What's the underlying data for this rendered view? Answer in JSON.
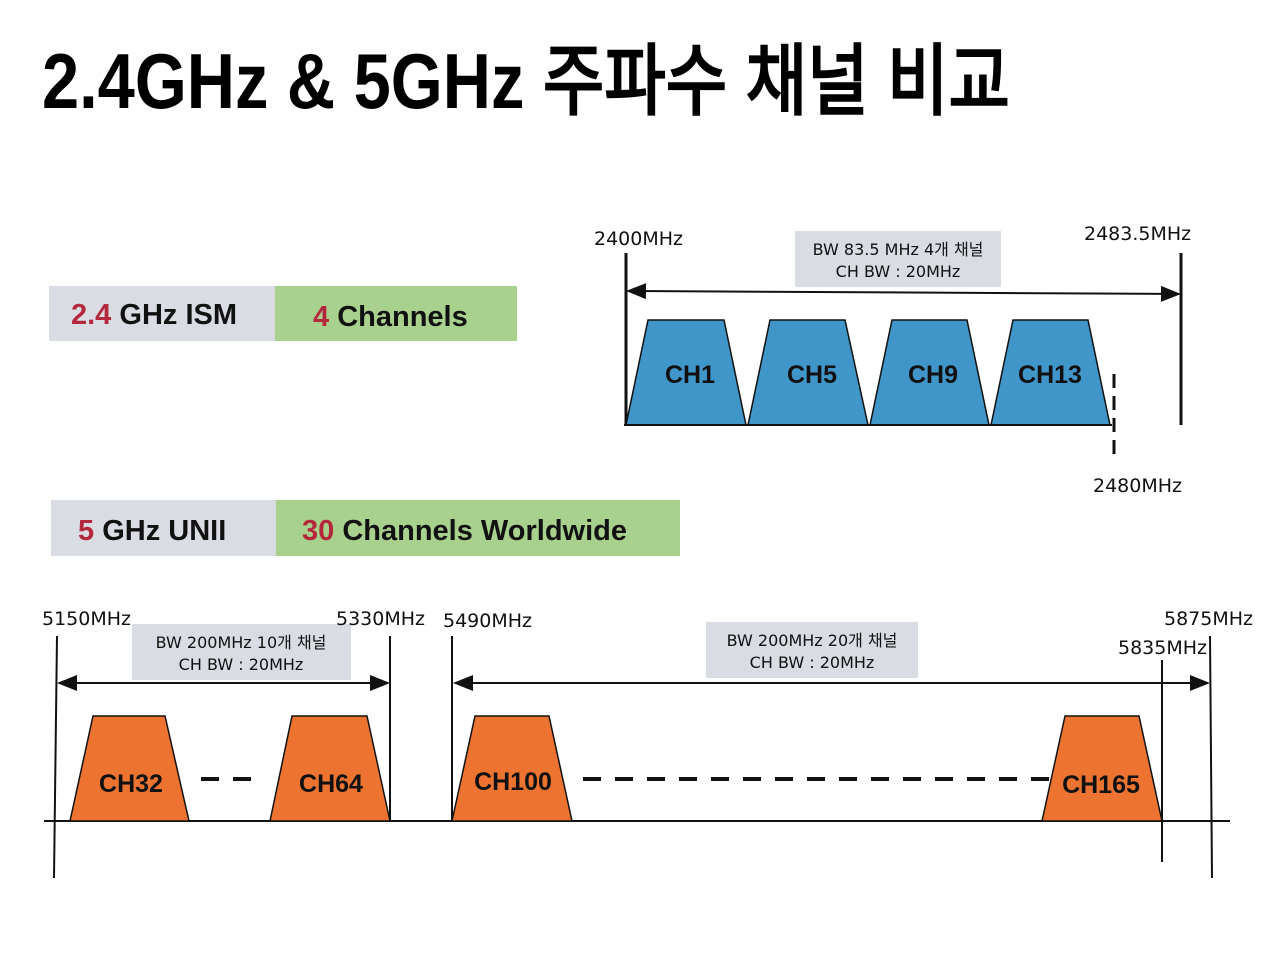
{
  "title": "2.4GHz & 5GHz 주파수 채널 비교",
  "colors": {
    "band24": "#4196c9",
    "band5": "#ec7430",
    "gray_box": "#d9dce3",
    "green_box": "#a9d18e",
    "accent_red": "#b3283c"
  },
  "band24": {
    "name_num": "2.4",
    "name_rest": " GHz ISM",
    "count_num": "4",
    "count_rest": " Channels",
    "start": "2400MHz",
    "end": "2483.5MHz",
    "last": "2480MHz",
    "note_line1": "BW 83.5 MHz 4개 채널",
    "note_line2": "CH BW : 20MHz",
    "channels": [
      "CH1",
      "CH5",
      "CH9",
      "CH13"
    ]
  },
  "band5": {
    "name_num": "5",
    "name_rest": " GHz UNII",
    "count_num": "30",
    "count_rest": " Channels Worldwide",
    "low": {
      "start": "5150MHz",
      "end": "5330MHz",
      "note_line1": "BW 200MHz 10개 채널",
      "note_line2": "CH BW : 20MHz",
      "channels": [
        "CH32",
        "CH64"
      ]
    },
    "high": {
      "start": "5490MHz",
      "end": "5875MHz",
      "mid": "5835MHz",
      "note_line1": "BW 200MHz 20개 채널",
      "note_line2": "CH BW : 20MHz",
      "channels": [
        "CH100",
        "CH165"
      ]
    }
  }
}
